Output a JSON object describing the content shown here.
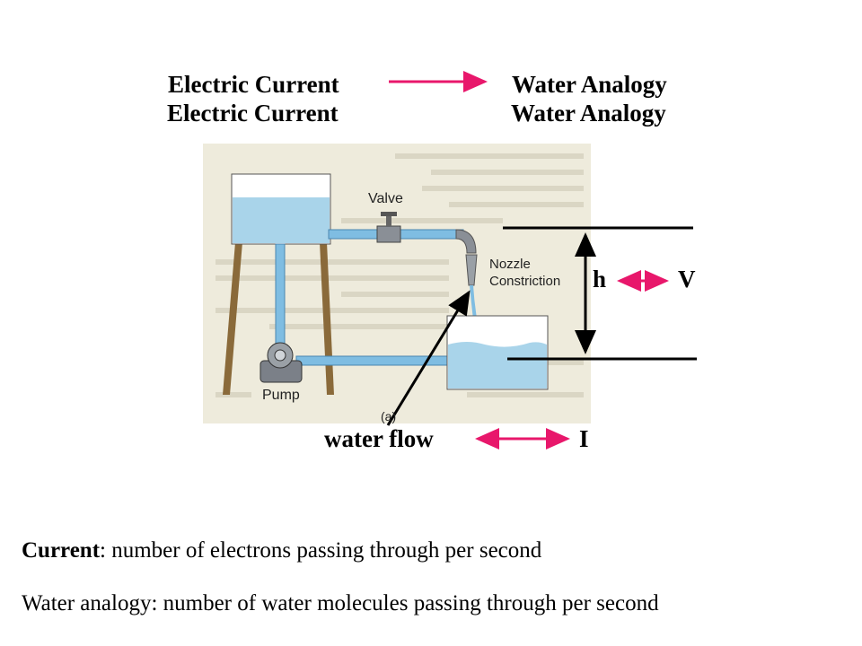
{
  "heading": {
    "left_line1": "Electric Current",
    "left_line2": "Electric Current",
    "right_line1": "Water Analogy",
    "right_line2": "Water Analogy"
  },
  "diagram": {
    "valve_label": "Valve",
    "nozzle_label_line1": "Nozzle",
    "nozzle_label_line2": "Constriction",
    "pump_label": "Pump",
    "figure_label": "(a)",
    "water_color": "#a9d4ea",
    "pipe_color": "#7fbde2",
    "stand_color": "#8a6a3a",
    "arrow_color": "#e8176b"
  },
  "analogies": {
    "height_label": "h",
    "voltage_label": "V",
    "flow_label": "water flow",
    "current_label": "I"
  },
  "definitions": {
    "current_term": "Current",
    "current_text": ": number of electrons passing through per second",
    "water_text": "Water analogy: number of water molecules passing through per second"
  }
}
